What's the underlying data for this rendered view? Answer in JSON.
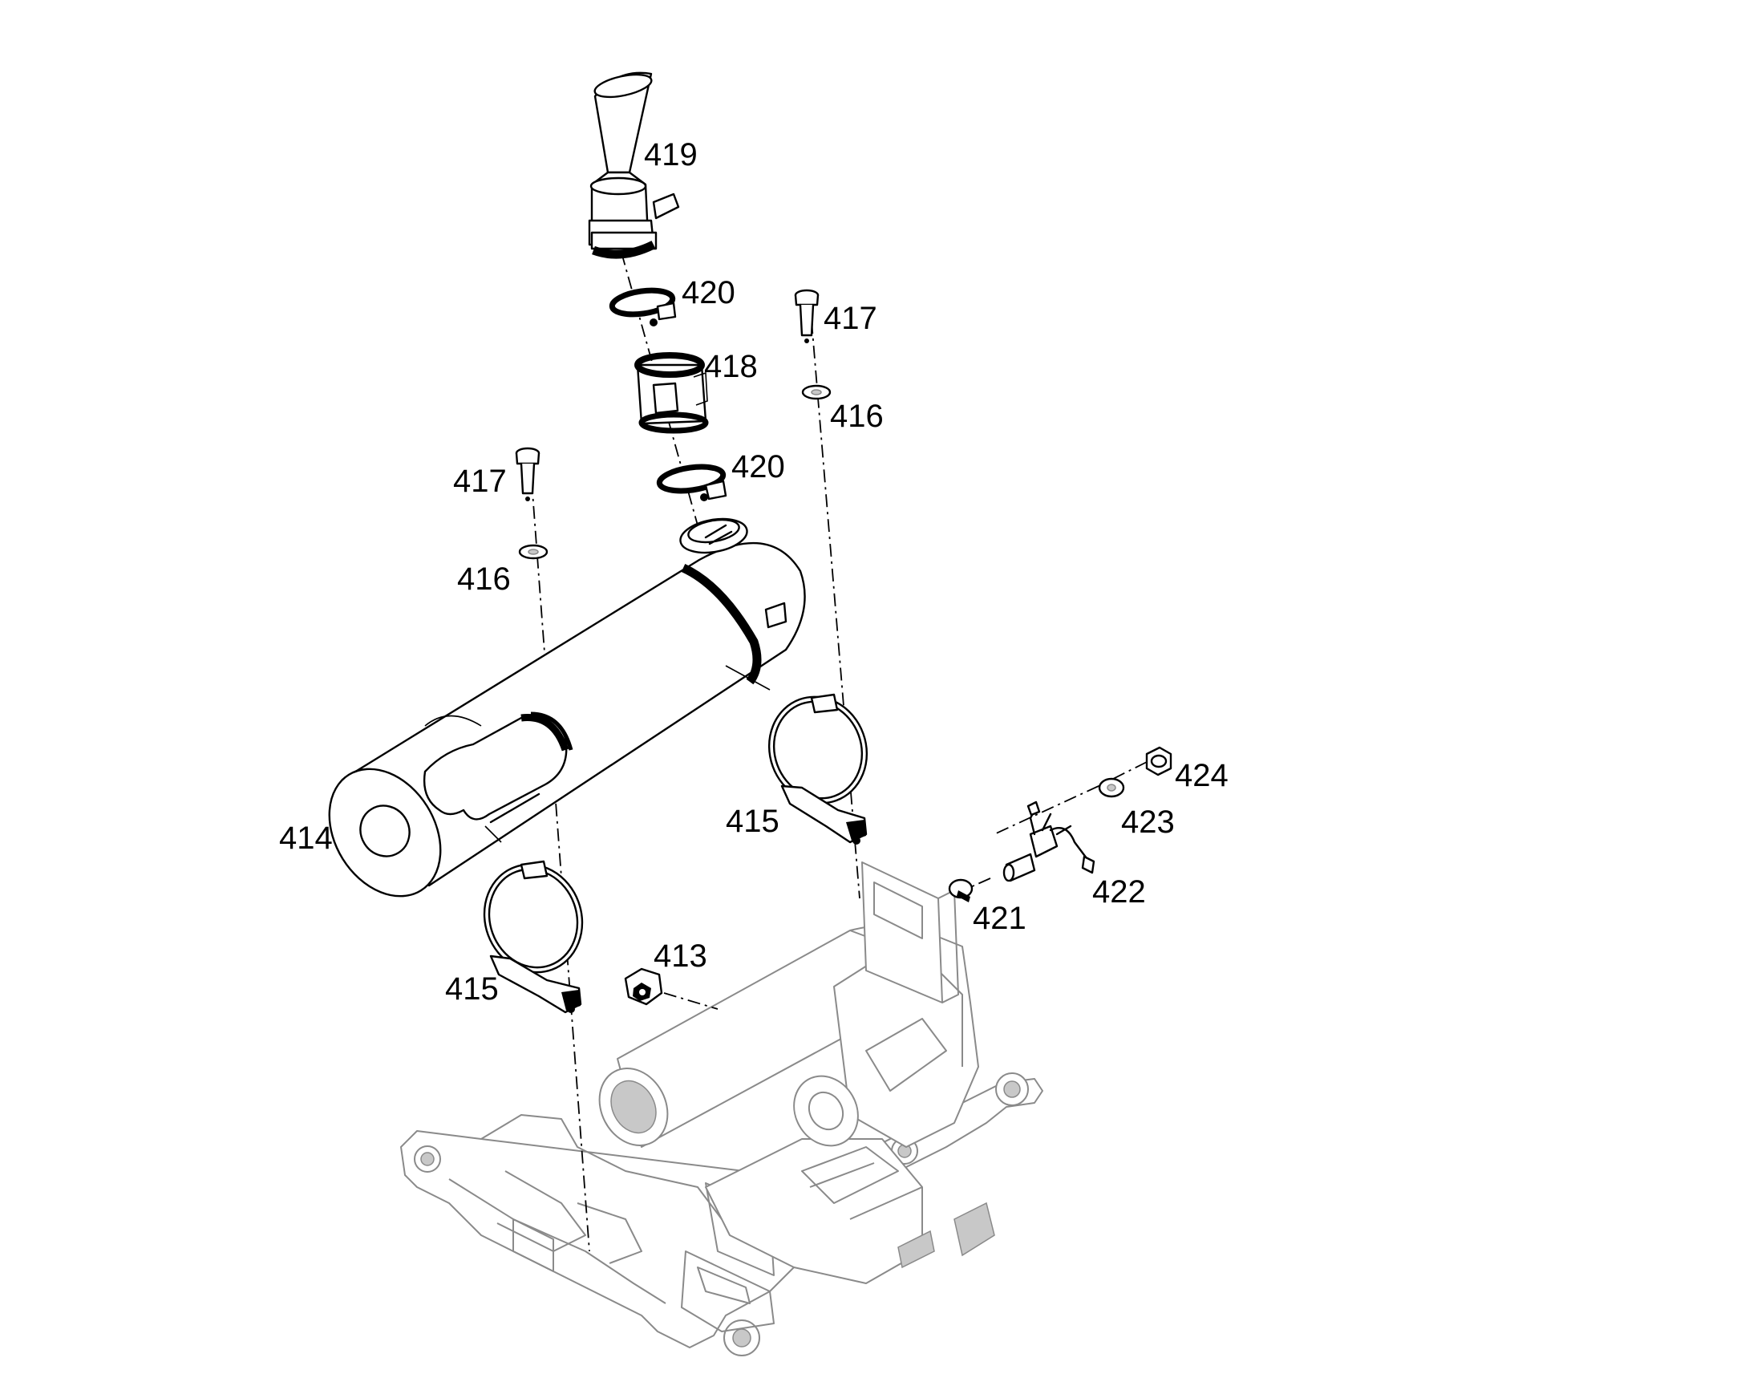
{
  "callouts": {
    "p419": "419",
    "p420a": "420",
    "p418": "418",
    "p420b": "420",
    "p417a": "417",
    "p416a": "416",
    "p417b": "417",
    "p416b": "416",
    "p414": "414",
    "p415a": "415",
    "p415b": "415",
    "p413": "413",
    "p421": "421",
    "p422": "422",
    "p423": "423",
    "p424": "424"
  },
  "colors": {
    "line": "#000000",
    "ghost": "#8a8a8a",
    "background": "#ffffff"
  }
}
